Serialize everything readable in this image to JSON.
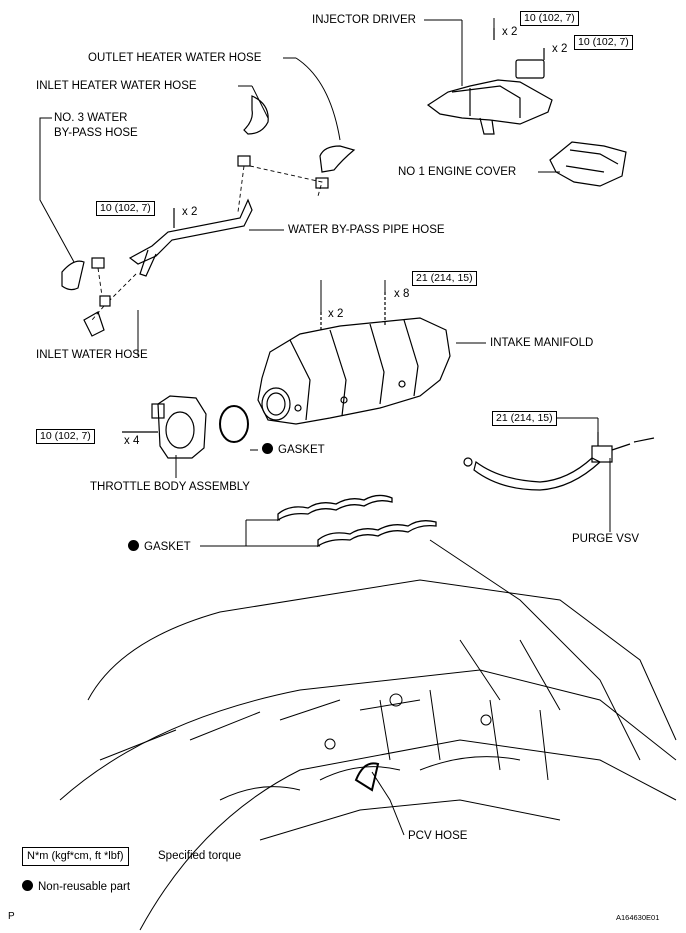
{
  "labels": {
    "injector_driver": "INJECTOR DRIVER",
    "outlet_heater_hose": "OUTLET HEATER WATER HOSE",
    "inlet_heater_hose": "INLET HEATER WATER HOSE",
    "no3_water_bypass_line1": "NO. 3 WATER",
    "no3_water_bypass_line2": "BY-PASS HOSE",
    "no1_engine_cover": "NO  1 ENGINE COVER",
    "water_bypass_pipe_hose": "WATER BY-PASS PIPE HOSE",
    "inlet_water_hose": "INLET WATER HOSE",
    "intake_manifold": "INTAKE MANIFOLD",
    "gasket_top": "GASKET",
    "throttle_body": "THROTTLE BODY ASSEMBLY",
    "gasket_bottom": "GASKET",
    "purge_vsv": "PURGE VSV",
    "pcv_hose": "PCV HOSE"
  },
  "torque": {
    "inj_a": "10 (102, 7)",
    "inj_a_qty": "x 2",
    "inj_b": "10 (102, 7)",
    "inj_b_qty": "x 2",
    "pipe": "10 (102, 7)",
    "pipe_qty": "x 2",
    "manifold": "21 (214, 15)",
    "manifold_qty_a": "x 2",
    "manifold_qty_b": "x 8",
    "throttle": "10 (102, 7)",
    "throttle_qty": "x 4",
    "purge": "21 (214, 15)"
  },
  "legend": {
    "torque_unit": "N*m (kgf*cm, ft *lbf)",
    "torque_text": "Specified torque",
    "nonreusable_text": "Non-reusable part"
  },
  "footer": {
    "left_mark": "P",
    "figure_id": "A164630E01"
  }
}
